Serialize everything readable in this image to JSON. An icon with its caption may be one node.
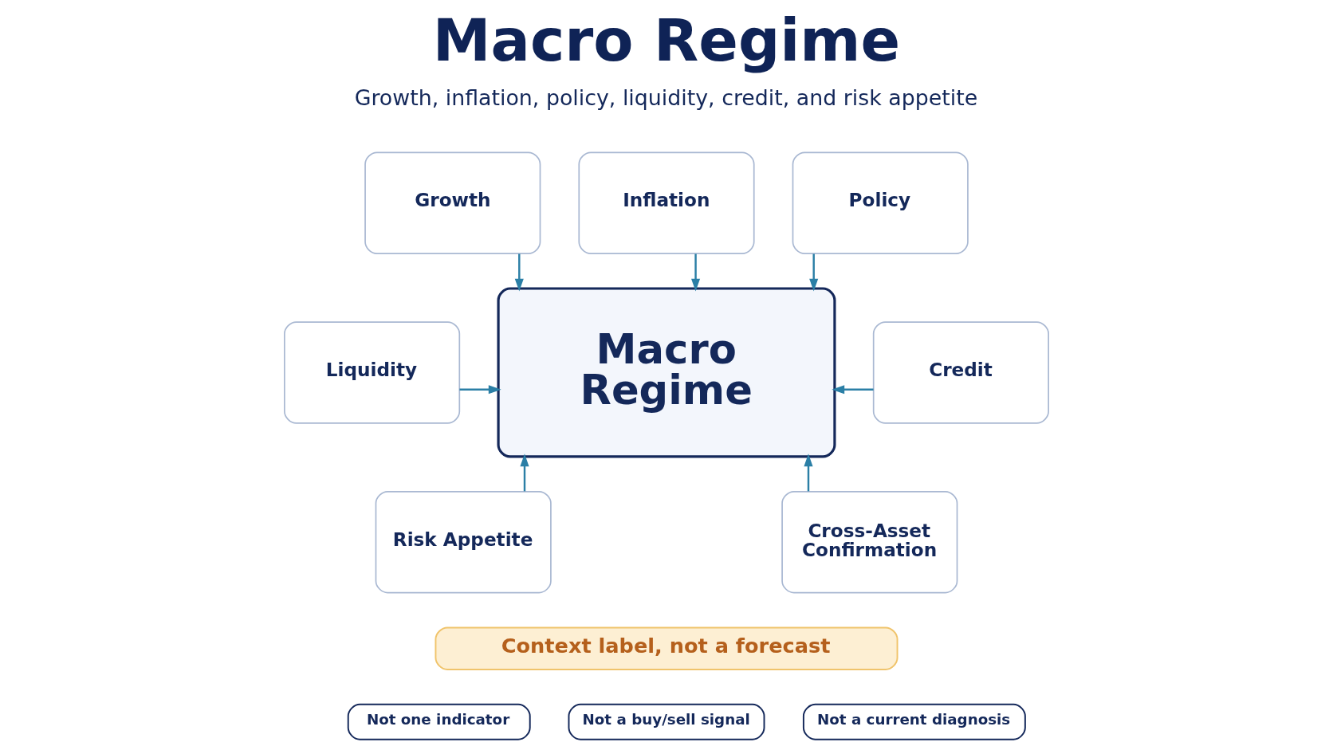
{
  "diagram": {
    "title": "Macro Regime",
    "nodes": [
      {
        "text": [
          "Growth"
        ]
      },
      {
        "text": [
          "Inflation"
        ]
      },
      {
        "text": [
          "Policy"
        ]
      },
      {
        "text": [
          "Liquidity"
        ]
      },
      {
        "text": [
          "Macro Regime"
        ]
      },
      {
        "text": [
          "Credit"
        ]
      },
      {
        "text": [
          "Risk Appetite"
        ]
      },
      {
        "text": [
          "Cross-Asset Confirmation"
        ]
      },
      {
        "text": [
          "Context label, not a forecast"
        ]
      },
      {
        "text": [
          "Not one indicator"
        ]
      },
      {
        "text": [
          "Not a buy/sell signal"
        ]
      },
      {
        "text": [
          "Not a current diagnosis"
        ]
      }
    ],
    "edges": [
      {
        "from": 0,
        "to": 4,
        "arrow": "to"
      },
      {
        "from": 1,
        "to": 4,
        "arrow": "to"
      },
      {
        "from": 2,
        "to": 4,
        "arrow": "to"
      },
      {
        "from": 3,
        "to": 4,
        "arrow": "to"
      },
      {
        "from": 5,
        "to": 4,
        "arrow": "to"
      },
      {
        "from": 6,
        "to": 4,
        "arrow": "to"
      },
      {
        "from": 7,
        "to": 4,
        "arrow": "to"
      }
    ],
    "labels": [
      "Growth, inflation, policy, liquidity, credit, and risk appetite"
    ]
  }
}
